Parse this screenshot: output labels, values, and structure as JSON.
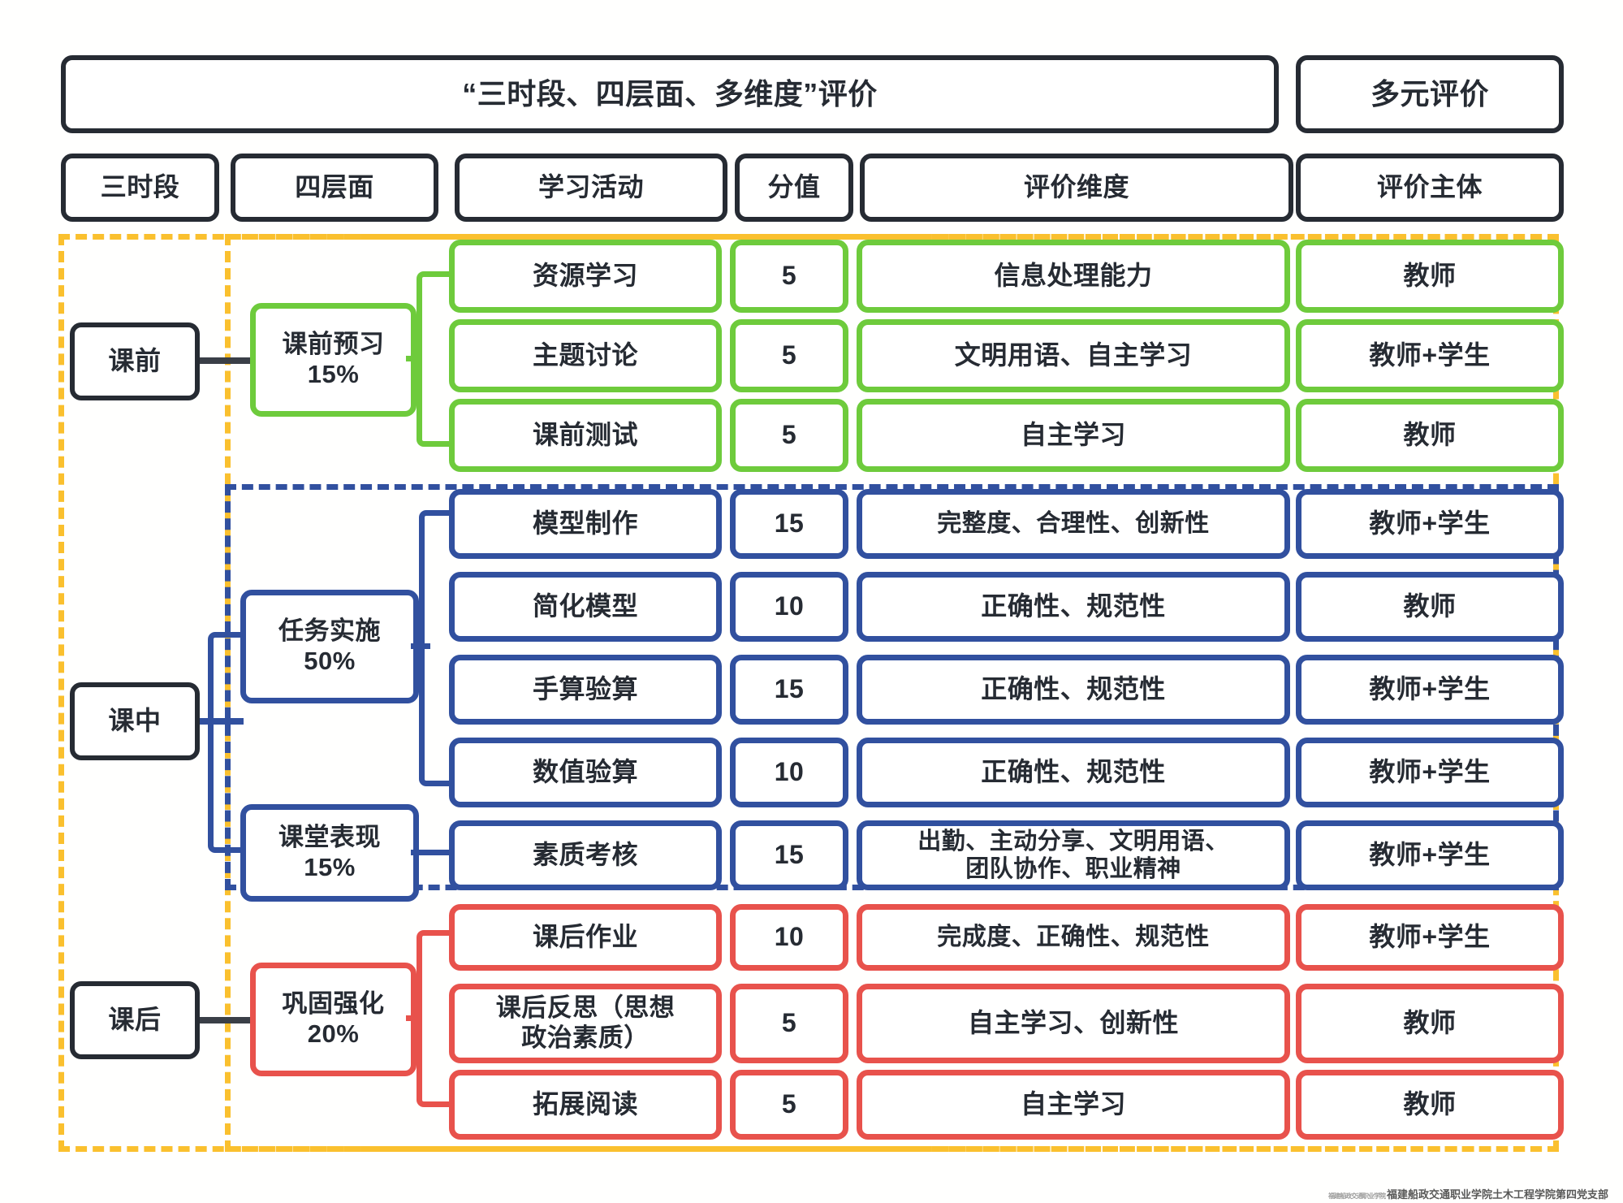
{
  "header": {
    "title": "“三时段、四层面、多维度”评价",
    "right_title": "多元评价"
  },
  "columns": [
    {
      "key": "phase",
      "label": "三时段"
    },
    {
      "key": "layer",
      "label": "四层面"
    },
    {
      "key": "activity",
      "label": "学习活动"
    },
    {
      "key": "score",
      "label": "分值"
    },
    {
      "key": "dimension",
      "label": "评价维度"
    },
    {
      "key": "subject",
      "label": "评价主体"
    }
  ],
  "sections": [
    {
      "id": "before",
      "color": "#6ECB3C",
      "phase": "课前",
      "layers": [
        {
          "name": "课前预习",
          "weight": "15%"
        }
      ],
      "rows": [
        {
          "activity": "资源学习",
          "score": "5",
          "dimension": "信息处理能力",
          "subject": "教师"
        },
        {
          "activity": "主题讨论",
          "score": "5",
          "dimension": "文明用语、自主学习",
          "subject": "教师+学生"
        },
        {
          "activity": "课前测试",
          "score": "5",
          "dimension": "自主学习",
          "subject": "教师"
        }
      ]
    },
    {
      "id": "during",
      "color": "#31509F",
      "phase": "课中",
      "layers": [
        {
          "name": "任务实施",
          "weight": "50%"
        },
        {
          "name": "课堂表现",
          "weight": "15%"
        }
      ],
      "rows": [
        {
          "activity": "模型制作",
          "score": "15",
          "dimension": "完整度、合理性、创新性",
          "subject": "教师+学生"
        },
        {
          "activity": "简化模型",
          "score": "10",
          "dimension": "正确性、规范性",
          "subject": "教师"
        },
        {
          "activity": "手算验算",
          "score": "15",
          "dimension": "正确性、规范性",
          "subject": "教师+学生"
        },
        {
          "activity": "数值验算",
          "score": "10",
          "dimension": "正确性、规范性",
          "subject": "教师+学生"
        },
        {
          "activity": "素质考核",
          "score": "15",
          "dimension": "出勤、主动分享、文明用语、\n团队协作、职业精神",
          "subject": "教师+学生"
        }
      ]
    },
    {
      "id": "after",
      "color": "#E8524C",
      "phase": "课后",
      "layers": [
        {
          "name": "巩固强化",
          "weight": "20%"
        }
      ],
      "rows": [
        {
          "activity": "课后作业",
          "score": "10",
          "dimension": "完成度、正确性、规范性",
          "subject": "教师+学生"
        },
        {
          "activity": "课后反思（思想\n政治素质）",
          "score": "5",
          "dimension": "自主学习、创新性",
          "subject": "教师"
        },
        {
          "activity": "拓展阅读",
          "score": "5",
          "dimension": "自主学习",
          "subject": "教师"
        }
      ]
    }
  ],
  "footer": {
    "prefix": "福建船政交通职业学院",
    "text": "福建船政交通职业学院土木工程学院第四党支部"
  },
  "colors": {
    "dark": "#262b33",
    "green": "#6ECB3C",
    "blue": "#31509F",
    "red": "#E8524C",
    "orange_dashed": "#FAC02E"
  }
}
